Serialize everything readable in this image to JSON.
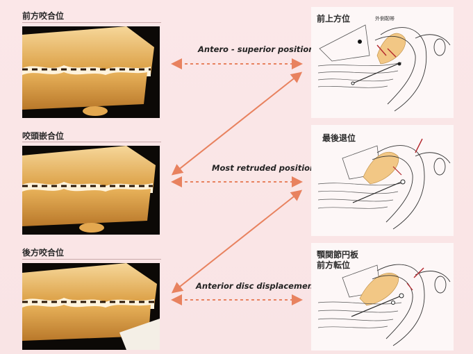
{
  "left_panels": [
    {
      "label": "前方咬合位"
    },
    {
      "label": "咬頭嵌合位"
    },
    {
      "label": "後方咬合位"
    }
  ],
  "middle_labels": [
    "Antero - superior position",
    "Most retruded position",
    "Anterior disc displacement"
  ],
  "right_panels": [
    {
      "label": "前上方位",
      "annotation": "外側靭帯"
    },
    {
      "label": "最後退位"
    },
    {
      "label_line1": "顎関節円板",
      "label_line2": "前方転位"
    }
  ],
  "colors": {
    "background": "#fbe7e8",
    "arrow": "#e8825f",
    "disc": "#f2c785",
    "photo_bg": "#0c0906",
    "teeth": "#e7b55a"
  }
}
